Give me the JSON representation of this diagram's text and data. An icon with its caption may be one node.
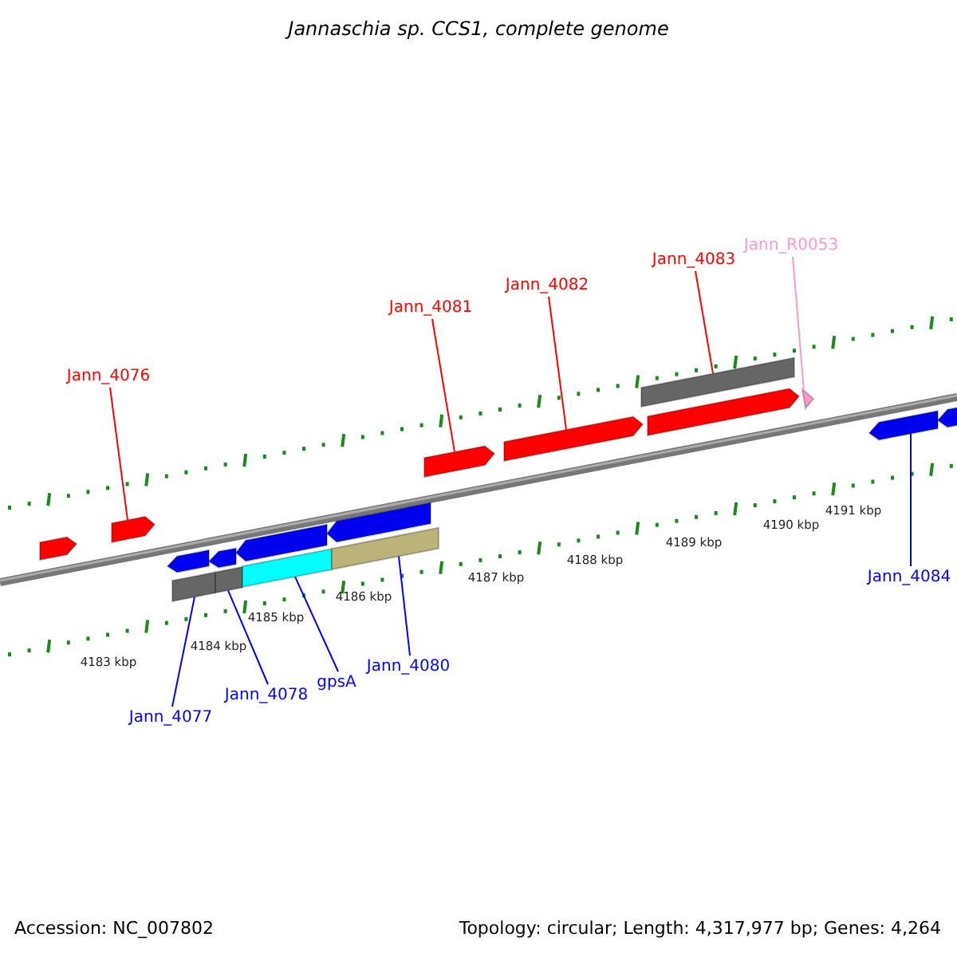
{
  "diagram": {
    "title": "Jannaschia sp. CCS1, complete genome",
    "nodes": [
      {
        "text": [
          "Jann_4076"
        ]
      },
      {
        "text": [
          "Jann_4081"
        ]
      },
      {
        "text": [
          "Jann_4082"
        ]
      },
      {
        "text": [
          "Jann_4083"
        ]
      },
      {
        "text": [
          "Jann_R0053"
        ]
      },
      {
        "text": [
          "Jann_4077"
        ]
      },
      {
        "text": [
          "Jann_4078"
        ]
      },
      {
        "text": [
          "gpsA"
        ]
      },
      {
        "text": [
          "Jann_4080"
        ]
      },
      {
        "text": [
          "Jann_4084"
        ]
      },
      {
        "text": [],
        "shape": "pentagon"
      },
      {
        "text": [],
        "shape": "pentagon"
      },
      {
        "text": [],
        "shape": "pentagon"
      },
      {
        "text": [],
        "shape": "bar"
      },
      {
        "text": [],
        "shape": "pentagon"
      },
      {
        "text": [],
        "shape": "bar"
      },
      {
        "text": [],
        "shape": "pentagon"
      },
      {
        "text": [],
        "shape": "bar"
      },
      {
        "text": [],
        "shape": "pentagon"
      },
      {
        "text": [],
        "shape": "bar"
      },
      {
        "text": [],
        "shape": "pentagon"
      },
      {
        "text": [],
        "shape": "pentagon"
      },
      {
        "text": [],
        "shape": "bar"
      },
      {
        "text": [],
        "shape": "pentagon"
      },
      {
        "text": [],
        "shape": "triangle"
      },
      {
        "text": [],
        "shape": "pentagon"
      },
      {
        "text": [],
        "shape": "pentagon"
      }
    ],
    "edges": [
      {
        "from": 0,
        "to": 11,
        "arrow": "none",
        "color": "#ff0000"
      },
      {
        "from": 1,
        "to": 20,
        "arrow": "none",
        "color": "#ff0000"
      },
      {
        "from": 2,
        "to": 21,
        "arrow": "none",
        "color": "#ff0000"
      },
      {
        "from": 3,
        "to": 22,
        "arrow": "none",
        "color": "#ff0000"
      },
      {
        "from": 4,
        "to": 24,
        "arrow": "none",
        "color": "#ff99cc"
      },
      {
        "from": 5,
        "to": 13,
        "arrow": "none",
        "color": "#0000ff"
      },
      {
        "from": 6,
        "to": 15,
        "arrow": "none",
        "color": "#0000ff"
      },
      {
        "from": 7,
        "to": 17,
        "arrow": "none",
        "color": "#0000ff"
      },
      {
        "from": 8,
        "to": 19,
        "arrow": "none",
        "color": "#0000ff"
      },
      {
        "from": 9,
        "to": 25,
        "arrow": "none",
        "color": "#0000ff"
      }
    ],
    "labels": [
      "4183 kbp",
      "4184 kbp",
      "4185 kbp",
      "4186 kbp",
      "4187 kbp",
      "4188 kbp",
      "4189 kbp",
      "4190 kbp",
      "4191 kbp",
      "Accession: NC_007802",
      "Topology: circular; Length: 4,317,977 bp; Genes: 4,264"
    ]
  }
}
